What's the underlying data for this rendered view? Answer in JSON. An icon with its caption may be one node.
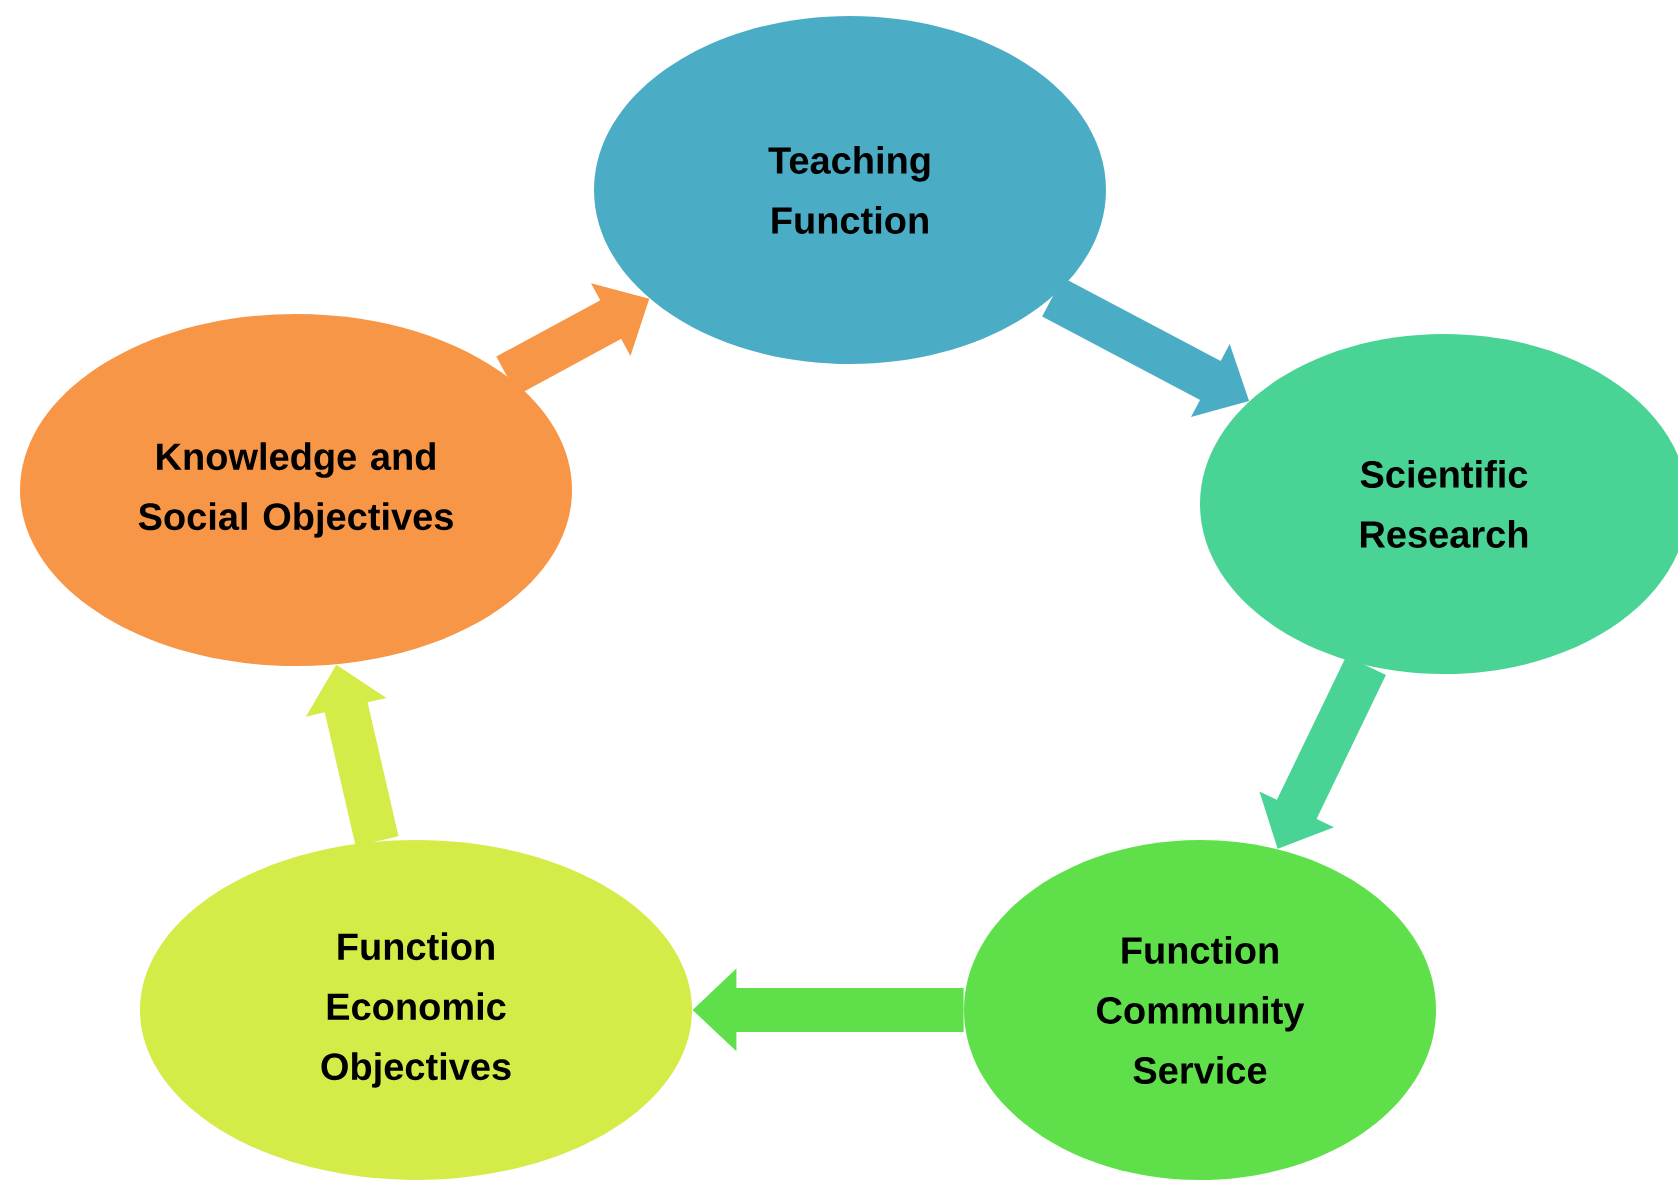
{
  "diagram": {
    "nodes": [
      {
        "text": [
          "Teaching Function"
        ]
      },
      {
        "text": [
          "Scientific Research"
        ]
      },
      {
        "text": [
          "Function Community Service"
        ]
      },
      {
        "text": [
          "Function Economic Objectives"
        ]
      },
      {
        "text": [
          "Knowledge and Social Objectives"
        ]
      }
    ],
    "edges": [
      {
        "from": 0,
        "to": 1,
        "arrow": "to",
        "color": "#4bacc6"
      },
      {
        "from": 1,
        "to": 2,
        "arrow": "to",
        "color": "#49d394"
      },
      {
        "from": 2,
        "to": 3,
        "arrow": "to",
        "color": "#5fe04a"
      },
      {
        "from": 3,
        "to": 4,
        "arrow": "to",
        "color": "#d5eb48"
      },
      {
        "from": 4,
        "to": 0,
        "arrow": "to",
        "color": "#f79646"
      }
    ]
  }
}
